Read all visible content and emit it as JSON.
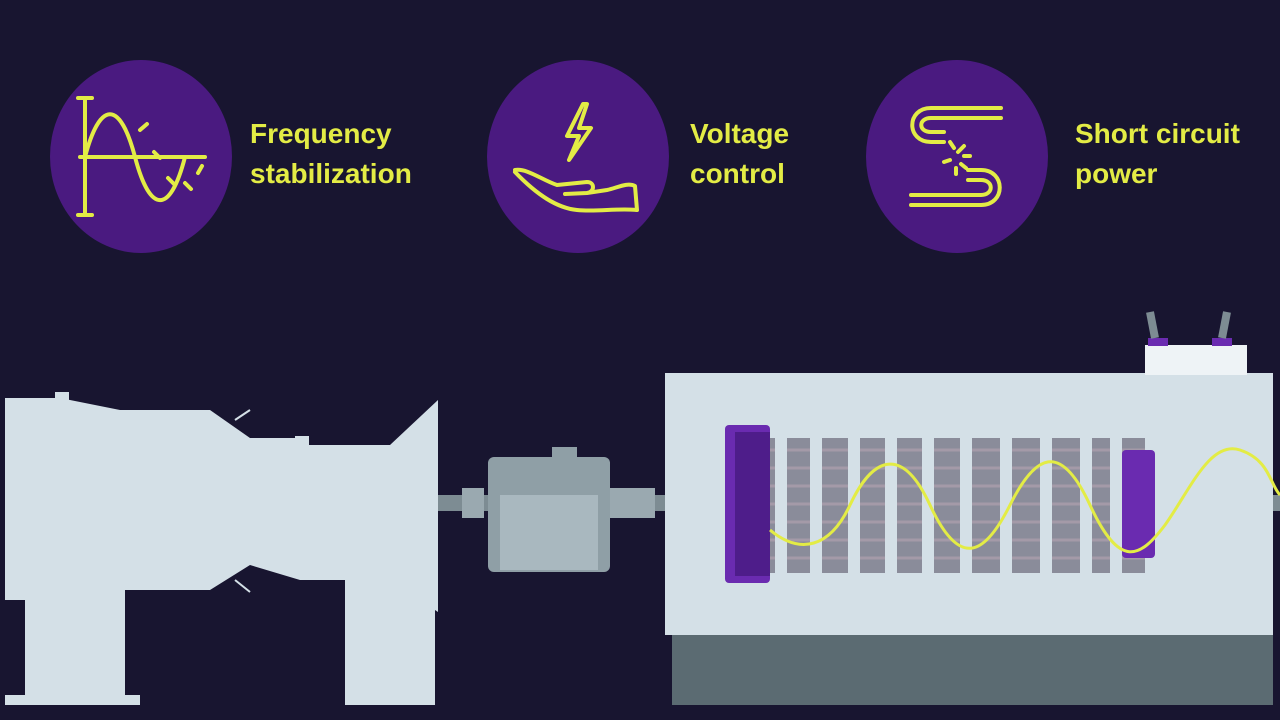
{
  "features": [
    {
      "icon": "frequency-wave-icon",
      "line1": "Frequency",
      "line2": "stabilization"
    },
    {
      "icon": "hand-lightning-icon",
      "line1": "Voltage",
      "line2": "control"
    },
    {
      "icon": "short-circuit-icon",
      "line1": "Short circuit",
      "line2": "power"
    }
  ],
  "colors": {
    "background": "#181530",
    "circle": "#4a1a80",
    "accent": "#e3ec45",
    "machine": "#d4e0e7",
    "machine_shadow": "#5b6b72",
    "rotor_end": "#6a2bb0"
  }
}
